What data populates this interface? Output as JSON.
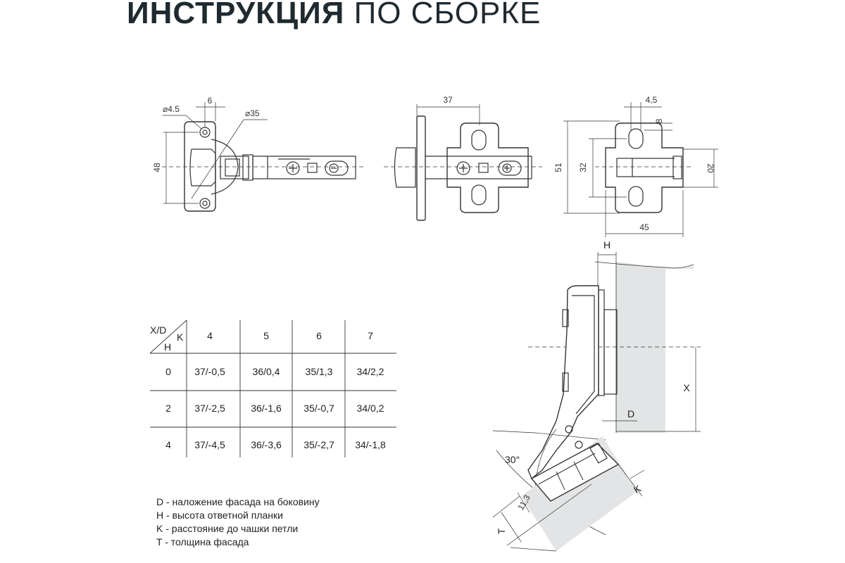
{
  "title": {
    "bold": "ИНСТРУКЦИЯ",
    "light": "ПО СБОРКЕ"
  },
  "dimensions": {
    "view1": {
      "hole_diameter": "⌀4.5",
      "hole_offset": "6",
      "cup_diameter": "⌀35",
      "height": "48"
    },
    "view2": {
      "width": "37"
    },
    "view3": {
      "slot": "4,5",
      "top": "8",
      "outer_height": "51",
      "inner_height": "32",
      "right_height": "20",
      "width": "45"
    },
    "side": {
      "h": "H",
      "x": "X",
      "d": "D",
      "angle": "30°",
      "k": "K",
      "t": "T",
      "depth": "11,3"
    }
  },
  "table": {
    "corner": {
      "top": "X/D",
      "k": "K",
      "h": "H"
    },
    "columns": [
      "4",
      "5",
      "6",
      "7"
    ],
    "rows": [
      {
        "h": "0",
        "cells": [
          "37/-0,5",
          "36/0,4",
          "35/1,3",
          "34/2,2"
        ]
      },
      {
        "h": "2",
        "cells": [
          "37/-2,5",
          "36/-1,6",
          "35/-0,7",
          "34/0,2"
        ]
      },
      {
        "h": "4",
        "cells": [
          "37/-4,5",
          "36/-3,6",
          "35/-2,7",
          "34/-1,8"
        ]
      }
    ]
  },
  "legend": [
    "D - наложение фасада на боковину",
    "H - высота ответной планки",
    "K - расстояние до чашки петли",
    "T - толщина фасада"
  ],
  "colors": {
    "ink": "#1f2a30",
    "line": "#333333",
    "panel": "#e3e4e5"
  }
}
